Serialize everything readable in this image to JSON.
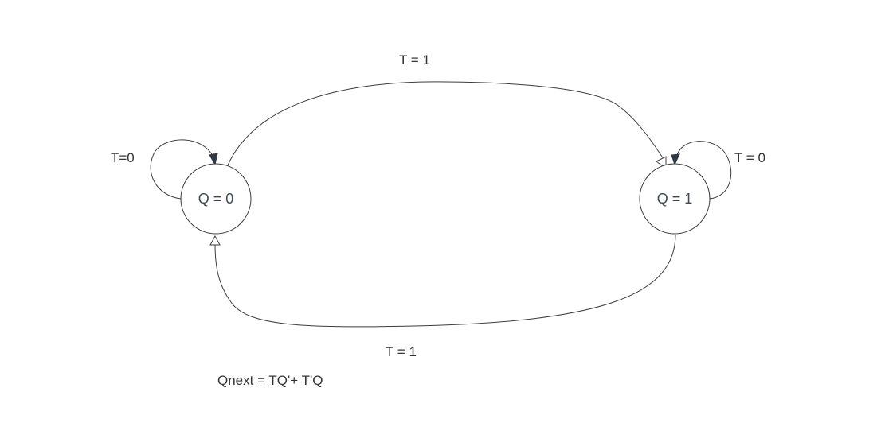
{
  "diagram": {
    "states": [
      {
        "id": "q0",
        "label": "Q = 0"
      },
      {
        "id": "q1",
        "label": "Q = 1"
      }
    ],
    "transitions": [
      {
        "from": "q0",
        "to": "q0",
        "label": "T=0"
      },
      {
        "from": "q0",
        "to": "q1",
        "label": "T = 1"
      },
      {
        "from": "q1",
        "to": "q1",
        "label": "T = 0"
      },
      {
        "from": "q1",
        "to": "q0",
        "label": "T = 1"
      }
    ],
    "equation": "Qnext = TQ'+ T'Q",
    "colors": {
      "stroke": "#3d3d3d",
      "arrow_fill": "#2f3a44",
      "text": "#333333",
      "background": "#ffffff"
    }
  }
}
